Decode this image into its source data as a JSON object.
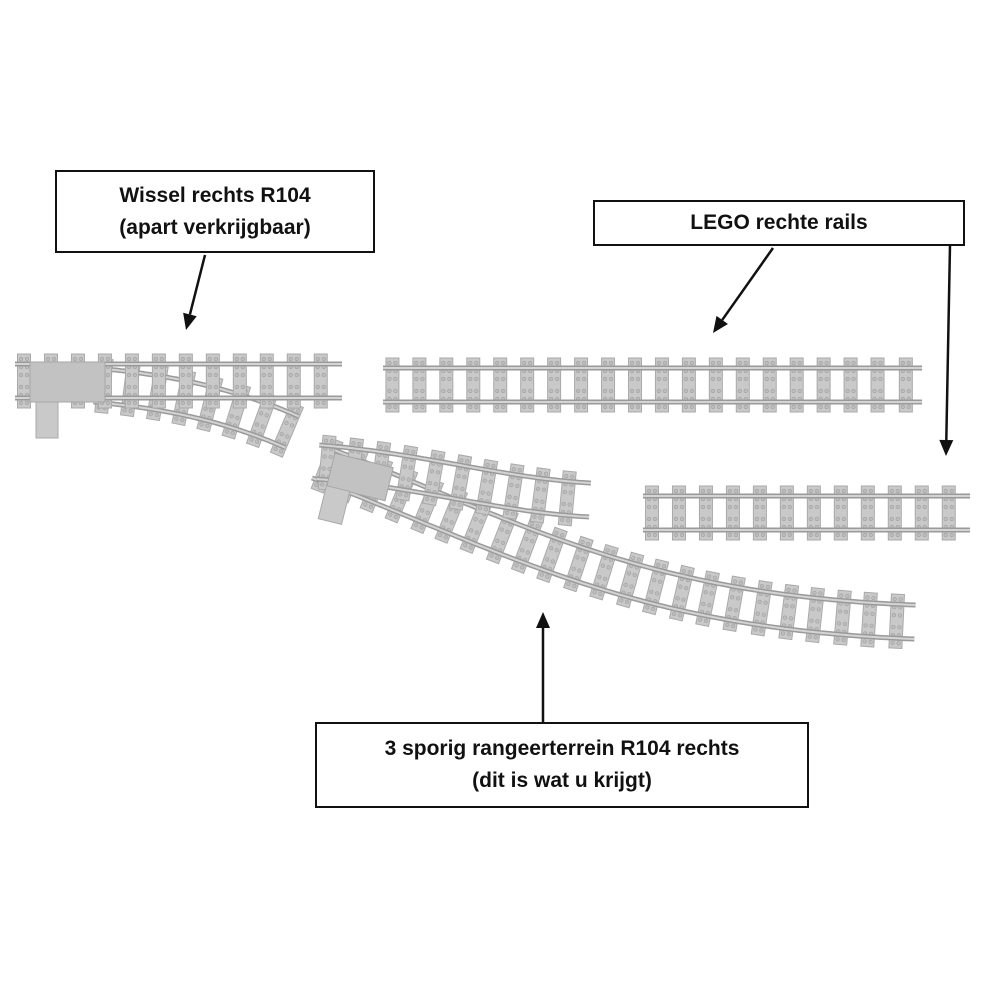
{
  "labels": {
    "switch": {
      "line1": "Wissel rechts R104",
      "line2": "(apart verkrijgbaar)"
    },
    "straight": {
      "line1": "LEGO rechte rails"
    },
    "yard": {
      "line1": "3 sporig rangeerterrein R104 rechts",
      "line2": "(dit is wat u krijgt)"
    }
  },
  "colors": {
    "sleeper": "#c9c9c9",
    "sleeper_edge": "#a9a9a9",
    "rail": "#b3b3b3",
    "stud": "#bdbdbd",
    "arrow": "#111111"
  }
}
